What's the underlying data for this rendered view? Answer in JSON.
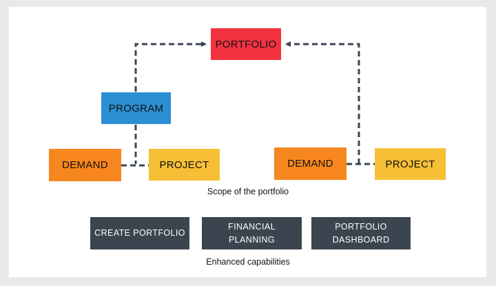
{
  "diagram": {
    "nodes": {
      "portfolio": "PORTFOLIO",
      "program": "PROGRAM",
      "demand_left": "DEMAND",
      "project_left": "PROJECT",
      "demand_right": "DEMAND",
      "project_right": "PROJECT"
    },
    "scope_caption": "Scope of the portfolio"
  },
  "capabilities": {
    "buttons": [
      "CREATE PORTFOLIO",
      "FINANCIAL\nPLANNING",
      "PORTFOLIO\nDASHBOARD"
    ],
    "caption": "Enhanced capabilities"
  },
  "colors": {
    "portfolio": "#f2323f",
    "program": "#2b8fd4",
    "demand": "#f7861e",
    "project": "#f6bf35",
    "capability": "#3b4550",
    "connector": "#3a4552"
  }
}
